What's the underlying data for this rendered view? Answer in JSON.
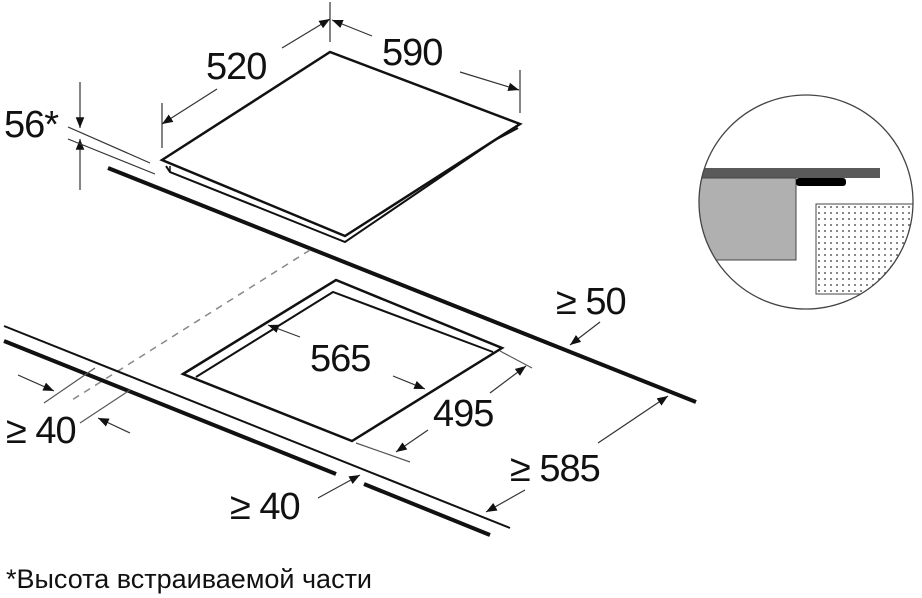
{
  "diagram": {
    "type": "cooktop-installation-dimensions",
    "hob": {
      "width_label": "590",
      "depth_label": "520",
      "height_label": "56*"
    },
    "cutout": {
      "width_label": "565",
      "depth_label": "495"
    },
    "clearances": {
      "back_label": "≥ 50",
      "worktop_depth_label": "≥ 585",
      "side_label": "≥ 40",
      "front_label": "≥ 40"
    },
    "footnote": "*Высота встраиваемой части",
    "detail_inset": {
      "description": "cross-section detail: hob on worktop over cabinet",
      "colors": {
        "worktop": "#5a5a5a",
        "cabinet": "#b0b0b0",
        "hob_foot": "#000000",
        "dotted_fill": "#ffffff"
      }
    },
    "colors": {
      "line": "#111111",
      "thin_line": "#666666",
      "background": "#ffffff"
    }
  }
}
